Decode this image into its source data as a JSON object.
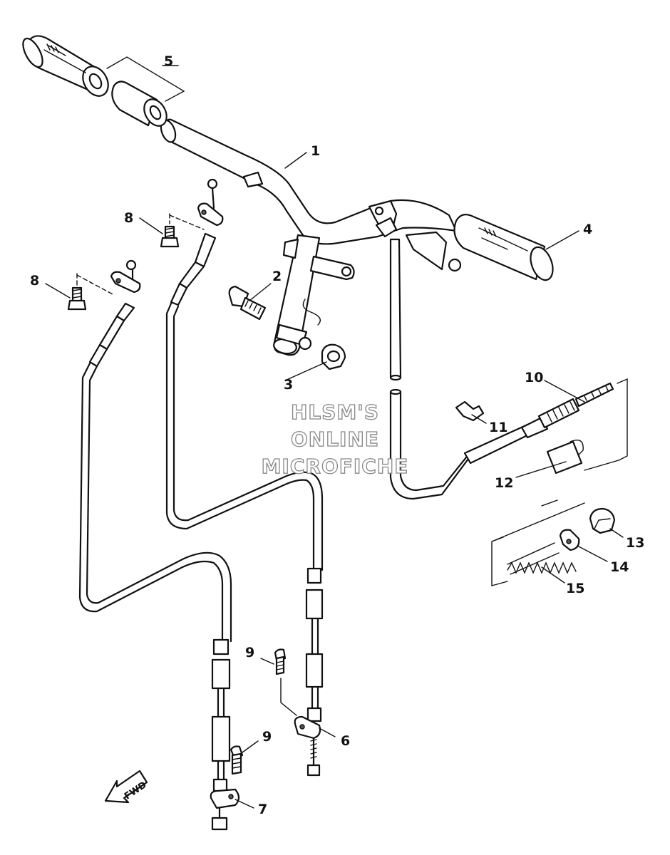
{
  "callouts": [
    {
      "id": "c1",
      "text": "1"
    },
    {
      "id": "c2",
      "text": "2"
    },
    {
      "id": "c3",
      "text": "3"
    },
    {
      "id": "c4",
      "text": "4"
    },
    {
      "id": "c5",
      "text": "5"
    },
    {
      "id": "c6",
      "text": "6"
    },
    {
      "id": "c7",
      "text": "7"
    },
    {
      "id": "c8a",
      "text": "8"
    },
    {
      "id": "c8b",
      "text": "8"
    },
    {
      "id": "c9a",
      "text": "9"
    },
    {
      "id": "c9b",
      "text": "9"
    },
    {
      "id": "c10",
      "text": "10"
    },
    {
      "id": "c11",
      "text": "11"
    },
    {
      "id": "c12",
      "text": "12"
    },
    {
      "id": "c13",
      "text": "13"
    },
    {
      "id": "c14",
      "text": "14"
    },
    {
      "id": "c15",
      "text": "15"
    }
  ],
  "watermark": {
    "line1": "HLSM'S",
    "line2": "ONLINE",
    "line3": "MICROFICHE"
  },
  "fwd_label": "FWD"
}
